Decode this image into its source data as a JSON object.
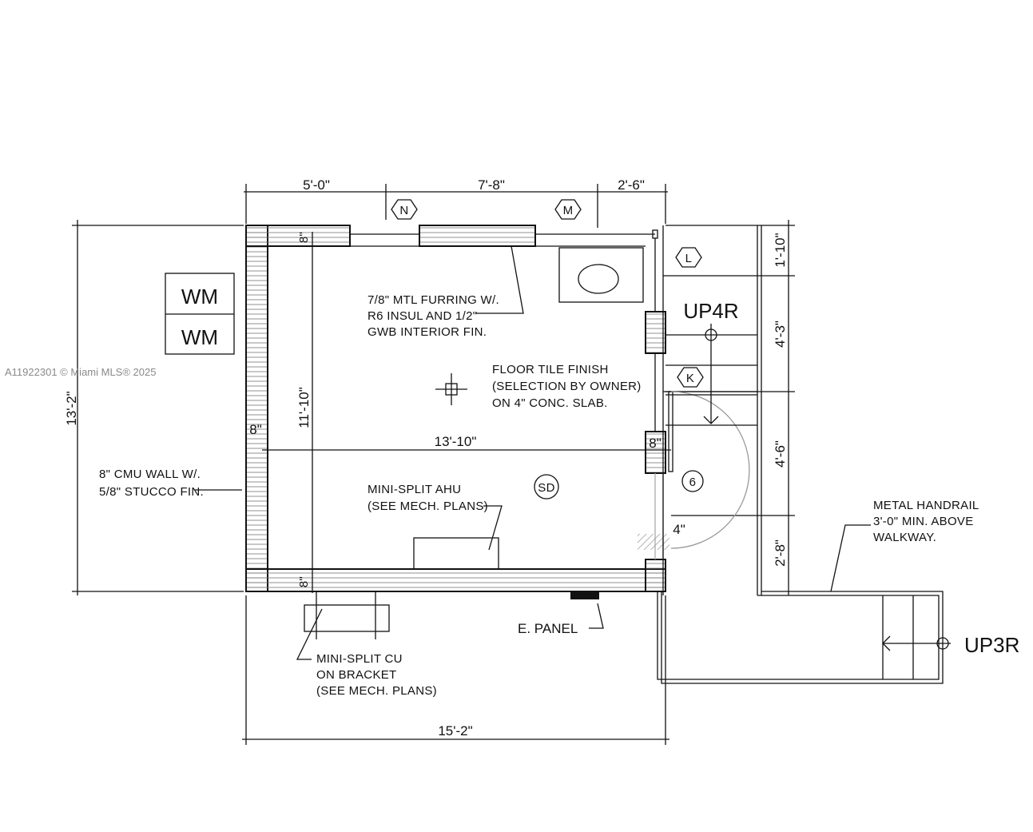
{
  "watermark": "A11922301 © Miami MLS® 2025",
  "dimensions": {
    "top": [
      "5'-0\"",
      "7'-8\"",
      "2'-6\""
    ],
    "left": "13'-2\"",
    "bottom": "15'-2\"",
    "right": [
      "1'-10\"",
      "4'-3\"",
      "4'-6\"",
      "2'-8\""
    ],
    "interior_width": "13'-10\"",
    "interior_height": "11'-10\"",
    "wall_top": "8\"",
    "wall_left": "8\"",
    "wall_bottom": "8\"",
    "wall_right": "8\"",
    "door_offset": "4\""
  },
  "tags": {
    "hex": [
      "N",
      "M",
      "L",
      "K"
    ],
    "door": "6",
    "smoke_detector": "SD"
  },
  "appliances": [
    "WM",
    "WM"
  ],
  "notes": {
    "furring": [
      "7/8\" MTL FURRING W/.",
      "R6 INSUL AND 1/2\"",
      "GWB INTERIOR FIN."
    ],
    "floor": [
      "FLOOR TILE FINISH",
      "(SELECTION BY OWNER)",
      "ON 4\" CONC. SLAB."
    ],
    "cmu": [
      "8\" CMU WALL W/.",
      "5/8\" STUCCO FIN."
    ],
    "ahu": [
      "MINI-SPLIT AHU",
      "(SEE MECH. PLANS)"
    ],
    "cu": [
      "MINI-SPLIT CU",
      "ON BRACKET",
      "(SEE MECH. PLANS)"
    ],
    "panel": "E. PANEL",
    "handrail": [
      "METAL HANDRAIL",
      "3'-0\" MIN. ABOVE",
      "WALKWAY."
    ]
  },
  "stairs": {
    "upper": "UP4R",
    "lower": "UP3R"
  }
}
